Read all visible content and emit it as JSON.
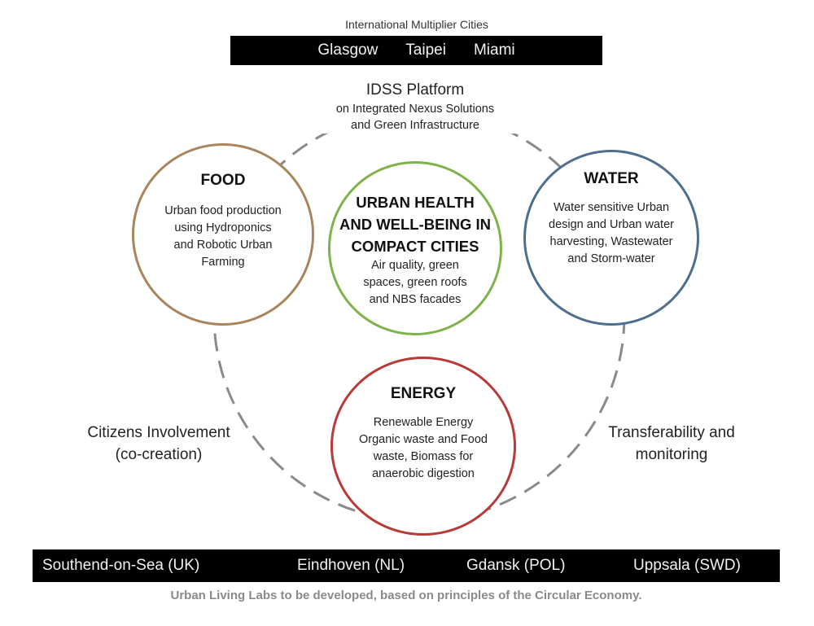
{
  "header": {
    "label": "International Multiplier Cities",
    "cities": [
      "Glasgow",
      "Taipei",
      "Miami"
    ]
  },
  "platform": {
    "title": "IDSS Platform",
    "subtitle_line1": "on Integrated Nexus Solutions",
    "subtitle_line2": "and Green Infrastructure"
  },
  "nodes": {
    "food": {
      "title": "FOOD",
      "lines": [
        "Urban food production",
        "using Hydroponics",
        "and Robotic Urban",
        "Farming"
      ],
      "color": "#a9855d"
    },
    "health": {
      "title_lines": [
        "URBAN HEALTH",
        "AND WELL-BEING IN",
        "COMPACT CITIES"
      ],
      "lines": [
        "Air quality, green",
        "spaces, green roofs",
        "and NBS facades"
      ],
      "color": "#7db34a"
    },
    "water": {
      "title": "WATER",
      "lines": [
        "Water sensitive Urban",
        "design and Urban water",
        "harvesting, Wastewater",
        "and Storm-water"
      ],
      "color": "#4e6e8e"
    },
    "energy": {
      "title": "ENERGY",
      "lines": [
        "Renewable Energy",
        "Organic waste and Food",
        "waste, Biomass for",
        "anaerobic digestion"
      ],
      "color": "#b73a36"
    }
  },
  "left_label": [
    "Citizens Involvement",
    "(co-creation)"
  ],
  "right_label": [
    "Transferability and",
    "monitoring"
  ],
  "footer": {
    "labs": [
      "Southend-on-Sea (UK)",
      "Eindhoven (NL)",
      "Gdansk (POL)",
      "Uppsala (SWD)"
    ],
    "caption": "Urban Living Labs to be developed, based on principles of the Circular Economy."
  }
}
